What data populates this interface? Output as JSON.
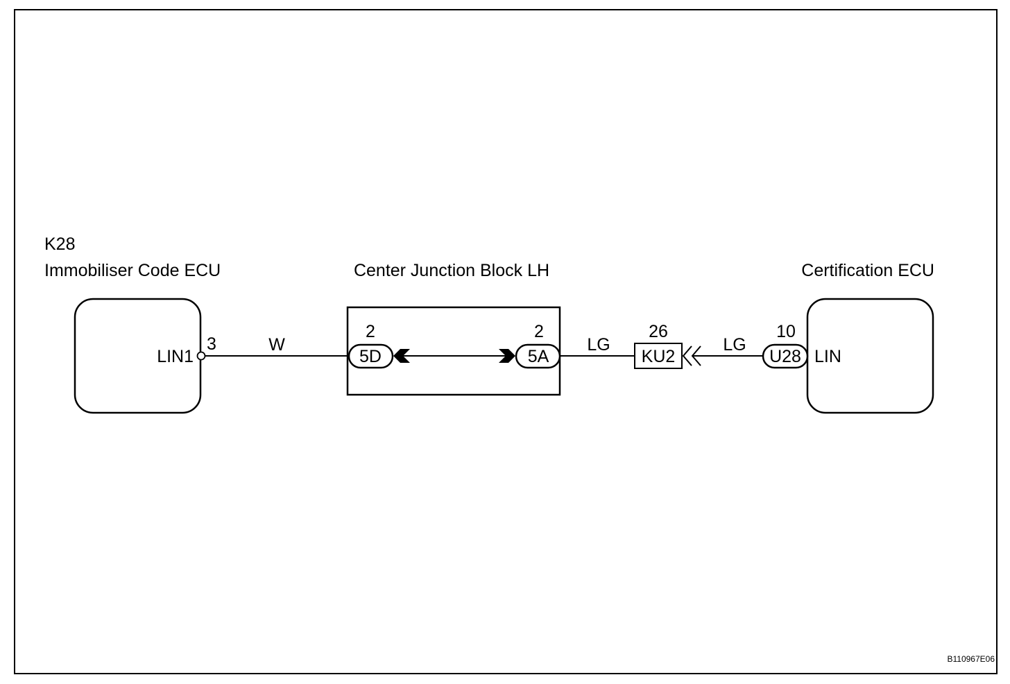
{
  "left_ecu": {
    "code": "K28",
    "name": "Immobiliser Code ECU",
    "pin_name": "LIN1",
    "pin_number": "3"
  },
  "junction_block": {
    "name": "Center Junction Block LH",
    "left_connector": {
      "id": "5D",
      "pin": "2"
    },
    "right_connector": {
      "id": "5A",
      "pin": "2"
    }
  },
  "right_ecu": {
    "name": "Certification ECU",
    "pin_name": "LIN",
    "connector": {
      "id": "U28",
      "pin": "10"
    }
  },
  "intermediate_connector": {
    "id": "KU2",
    "pin": "26"
  },
  "wires": {
    "left_color": "W",
    "middle_color": "LG",
    "right_color": "LG"
  },
  "figure_id": "B110967E06",
  "colors": {
    "line": "#000000",
    "background": "#ffffff"
  }
}
